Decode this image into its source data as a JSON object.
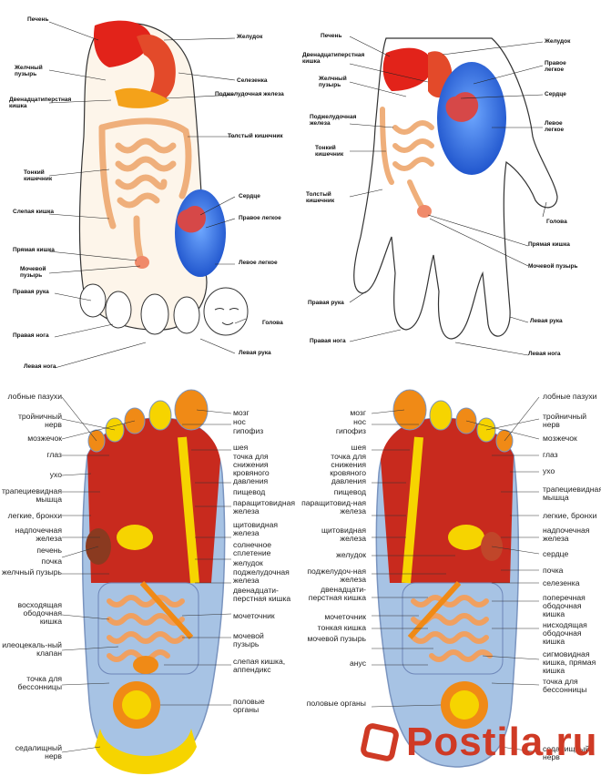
{
  "colors": {
    "liver": "#e2231a",
    "stomach": "#e34a2a",
    "gut": "#f2b98a",
    "lung": "#1f5fd6",
    "sole_red": "#c82a1e",
    "sole_orange": "#f08a16",
    "sole_yellow": "#f6d400",
    "sole_blue": "#2d3f9e",
    "sole_light": "#a7c3e4",
    "watermark": "#cf3a25"
  },
  "top_left": {
    "pechen": "Печень",
    "zhelchny": "Желчный пузырь",
    "dvenadtsat": "Двенадцатиперстная кишка",
    "tonkiy": "Тонкий кишечник",
    "slepaya": "Слепая кишка",
    "pryamaya": "Прямая кишка",
    "mochevoy": "Мочевой пузырь",
    "pravaya_ruka": "Правая рука",
    "pravaya_noga": "Правая нога",
    "levaya_noga": "Левая нога",
    "zheludok": "Желудок",
    "selezenka": "Селезенка",
    "podzheludochnaya": "Поджелудочная железа",
    "tolsty": "Толстый кишечник",
    "serdtse": "Сердце",
    "pravoe_legkoe": "Правое легкое",
    "levoe_legkoe": "Левое легкое",
    "golova": "Голова",
    "levaya_ruka": "Левая рука"
  },
  "top_right": {
    "pechen": "Печень",
    "dvenadtsat": "Двенадцатиперстная кишка",
    "zhelchny": "Желчный пузырь",
    "podzheludochnaya": "Поджелудочная железа",
    "tonkiy": "Тонкий кишечник",
    "tolsty": "Толстый кишечник",
    "pravaya_ruka": "Правая рука",
    "pravaya_noga": "Правая нога",
    "zheludok": "Желудок",
    "pravoe_legkoe": "Правое легкое",
    "serdtse": "Сердце",
    "levoe_legkoe": "Левое легкое",
    "golova": "Голова",
    "pryamaya": "Прямая кишка",
    "mochevoy": "Мочевой пузырь",
    "levaya_ruka": "Левая рука",
    "levaya_noga": "Левая нога"
  },
  "bottom_left": {
    "lobnye": "лобные пазухи",
    "troynichny": "тройничный нерв",
    "mozzhechok": "мозжечок",
    "glaz": "глаз",
    "ukho": "ухо",
    "trapetsievidnaya": "трапециевидная мышца",
    "legkie": "легкие, бронхи",
    "nadpochechnaya": "надпочечная железа",
    "pechen": "печень",
    "pochka": "почка",
    "zhelchny": "желчный пузырь",
    "voskhodyaschaya": "восходящая ободочная кишка",
    "ileotsekalny": "илеоцекаль-ный клапан",
    "bessonnitsa": "точка для бессонницы",
    "sedalischny": "седалищный нерв"
  },
  "center": {
    "mozg": "мозг",
    "nos": "нос",
    "gipofiz": "гипофиз",
    "sheya": "шея",
    "davlenie": "точка для снижения кровяного давления",
    "pischevod": "пищевод",
    "paraschitovidnaya_l": "паращитовидная железа",
    "schitovidnaya_l": "щитовидная железа",
    "solnechnoe": "солнечное сплетение",
    "zheludok_l": "желудок",
    "podzheludochnaya_l": "поджелудочная железа",
    "dvenadtsat_l": "двенадцати-перстная кишка",
    "mochetochnik_l": "мочеточник",
    "mochevoy_l": "мочевой пузырь",
    "slepaya_l": "слепая кишка, аппендикс",
    "polovye_l": "половые органы",
    "mozg_r": "мозг",
    "nos_r": "нос",
    "gipofiz_r": "гипофиз",
    "sheya_r": "шея",
    "davlenie_r": "точка для снижения кровяного давления",
    "pischevod_r": "пищевод",
    "paraschitovidnaya_r": "паращитовид-ная железа",
    "schitovidnaya_r": "щитовидная железа",
    "zheludok_r": "желудок",
    "podzheludochnaya_r": "поджелудоч-ная железа",
    "dvenadtsat_r": "двенадцати-перстная кишка",
    "mochetochnik_r": "мочеточник",
    "tonkaya_r": "тонкая кишка",
    "mochevoy_r": "мочевой пузырь",
    "anus_r": "анус",
    "polovye_r": "половые органы"
  },
  "bottom_right": {
    "lobnye": "лобные пазухи",
    "troynichny": "тройничный нерв",
    "mozzhechok": "мозжечок",
    "glaz": "глаз",
    "ukho": "ухо",
    "trapetsievidnaya": "трапециевидная мышца",
    "legkie": "легкие, бронхи",
    "nadpochechnaya": "надпочечная железа",
    "serdtse": "сердце",
    "pochka": "почка",
    "selezenka": "селезенка",
    "poperechnaya": "поперечная ободочная кишка",
    "niskhodyaschaya": "нисходящая ободочная кишка",
    "sigmovidnaya": "сигмовидная кишка, прямая кишка",
    "bessonnitsa": "точка для бессонницы",
    "sedalischny": "седалищный нерв"
  },
  "watermark": {
    "text": "Postila.ru"
  }
}
